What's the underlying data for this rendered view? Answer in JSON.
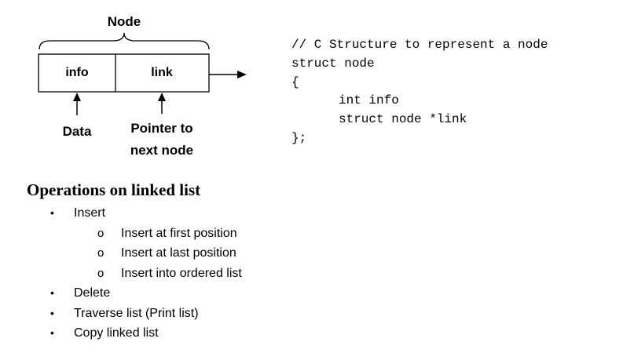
{
  "diagram": {
    "node_label": "Node",
    "field_info": "info",
    "field_link": "link",
    "data_label": "Data",
    "pointer_label_line1": "Pointer to",
    "pointer_label_line2": "next node"
  },
  "code": {
    "lines": [
      "// C Structure to represent a node",
      "struct node",
      "{",
      "int info",
      "struct node *link",
      "};"
    ]
  },
  "operations": {
    "heading": "Operations on linked list",
    "items": [
      {
        "label": "Insert",
        "children": [
          "Insert at first position",
          "Insert at last position",
          "Insert into ordered list"
        ]
      },
      {
        "label": "Delete"
      },
      {
        "label": "Traverse list (Print list)"
      },
      {
        "label": "Copy linked list"
      }
    ],
    "bullet_glyph": "•",
    "sub_bullet_glyph": "o"
  }
}
